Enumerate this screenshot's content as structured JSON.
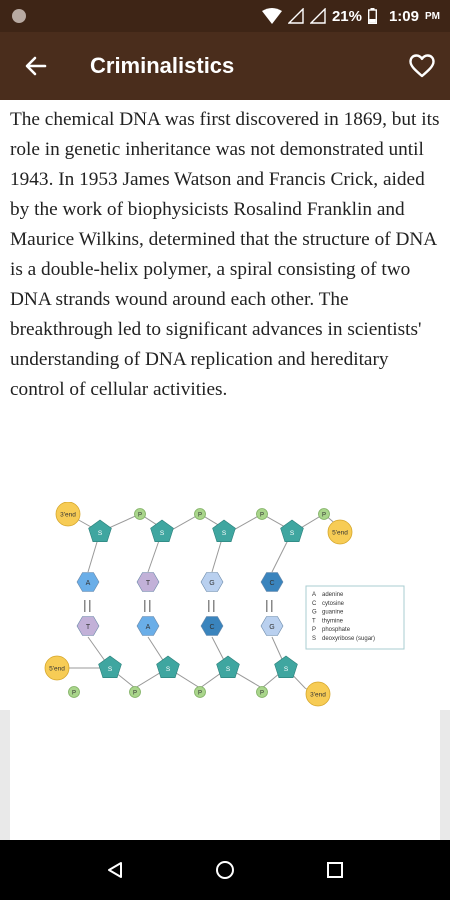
{
  "status_bar": {
    "battery": "21%",
    "time": "1:09",
    "ampm": "PM"
  },
  "app_bar": {
    "title": "Criminalistics",
    "back_icon": "arrow-left-icon",
    "favorite_icon": "heart-outline-icon"
  },
  "article": {
    "paragraph": "The chemical DNA was first discovered in 1869, but its role in genetic inheritance was not demonstrated until 1943. In 1953 James Watson and Francis Crick, aided by the work of biophysicists Rosalind Franklin and Maurice Wilkins, determined that the structure of DNA is a double-helix polymer, a spiral consisting of two DNA strands wound around each other. The breakthrough led to significant advances in scientists' understanding of DNA replication and hereditary control of cellular activities."
  },
  "figure": {
    "end_labels": [
      "3'end",
      "5'end",
      "5'end",
      "3'end"
    ],
    "sugar_label": "S",
    "phosphate_label": "P",
    "bases_top": [
      "A",
      "T",
      "G",
      "C"
    ],
    "bases_bottom": [
      "T",
      "A",
      "C",
      "G"
    ],
    "legend": [
      {
        "code": "A",
        "name": "adenine"
      },
      {
        "code": "C",
        "name": "cytosine"
      },
      {
        "code": "G",
        "name": "guanine"
      },
      {
        "code": "T",
        "name": "thymine"
      },
      {
        "code": "P",
        "name": "phosphate"
      },
      {
        "code": "S",
        "name": "deoxyribose (sugar)"
      }
    ],
    "colors": {
      "sugar": "#3fa6a0",
      "phosphate": "#a9d58b",
      "end": "#f7cc55",
      "adenine": "#6aaee8",
      "thymine": "#c2b1d8",
      "guanine": "#b9d0ef",
      "cytosine": "#3a84bd"
    }
  },
  "nav": {
    "back": "triangle-back-icon",
    "home": "circle-home-icon",
    "recents": "square-recents-icon"
  }
}
